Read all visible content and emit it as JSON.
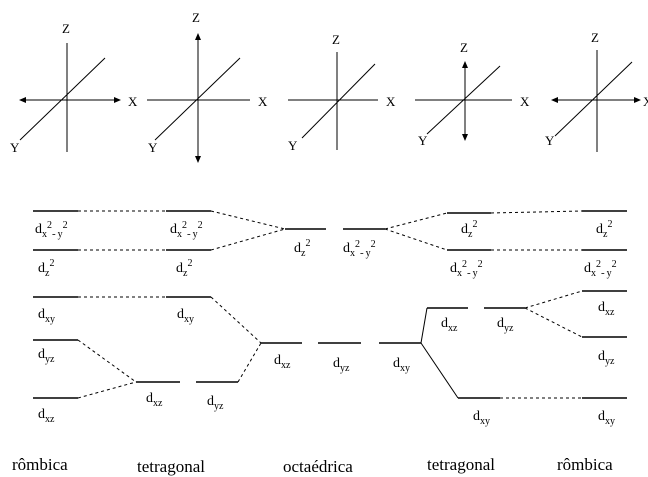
{
  "axes": {
    "z": "Z",
    "x": "X",
    "y": "Y"
  },
  "orbital_prefix": "d",
  "subscripts": {
    "xy": "xy",
    "xz": "xz",
    "yz": "yz",
    "z": "z",
    "x": "x",
    "y": "y"
  },
  "superscript_two": "2",
  "minus": "-",
  "geometry_labels": [
    "rômbica",
    "tetragonal",
    "octaédrica",
    "tetragonal",
    "rômbica"
  ]
}
